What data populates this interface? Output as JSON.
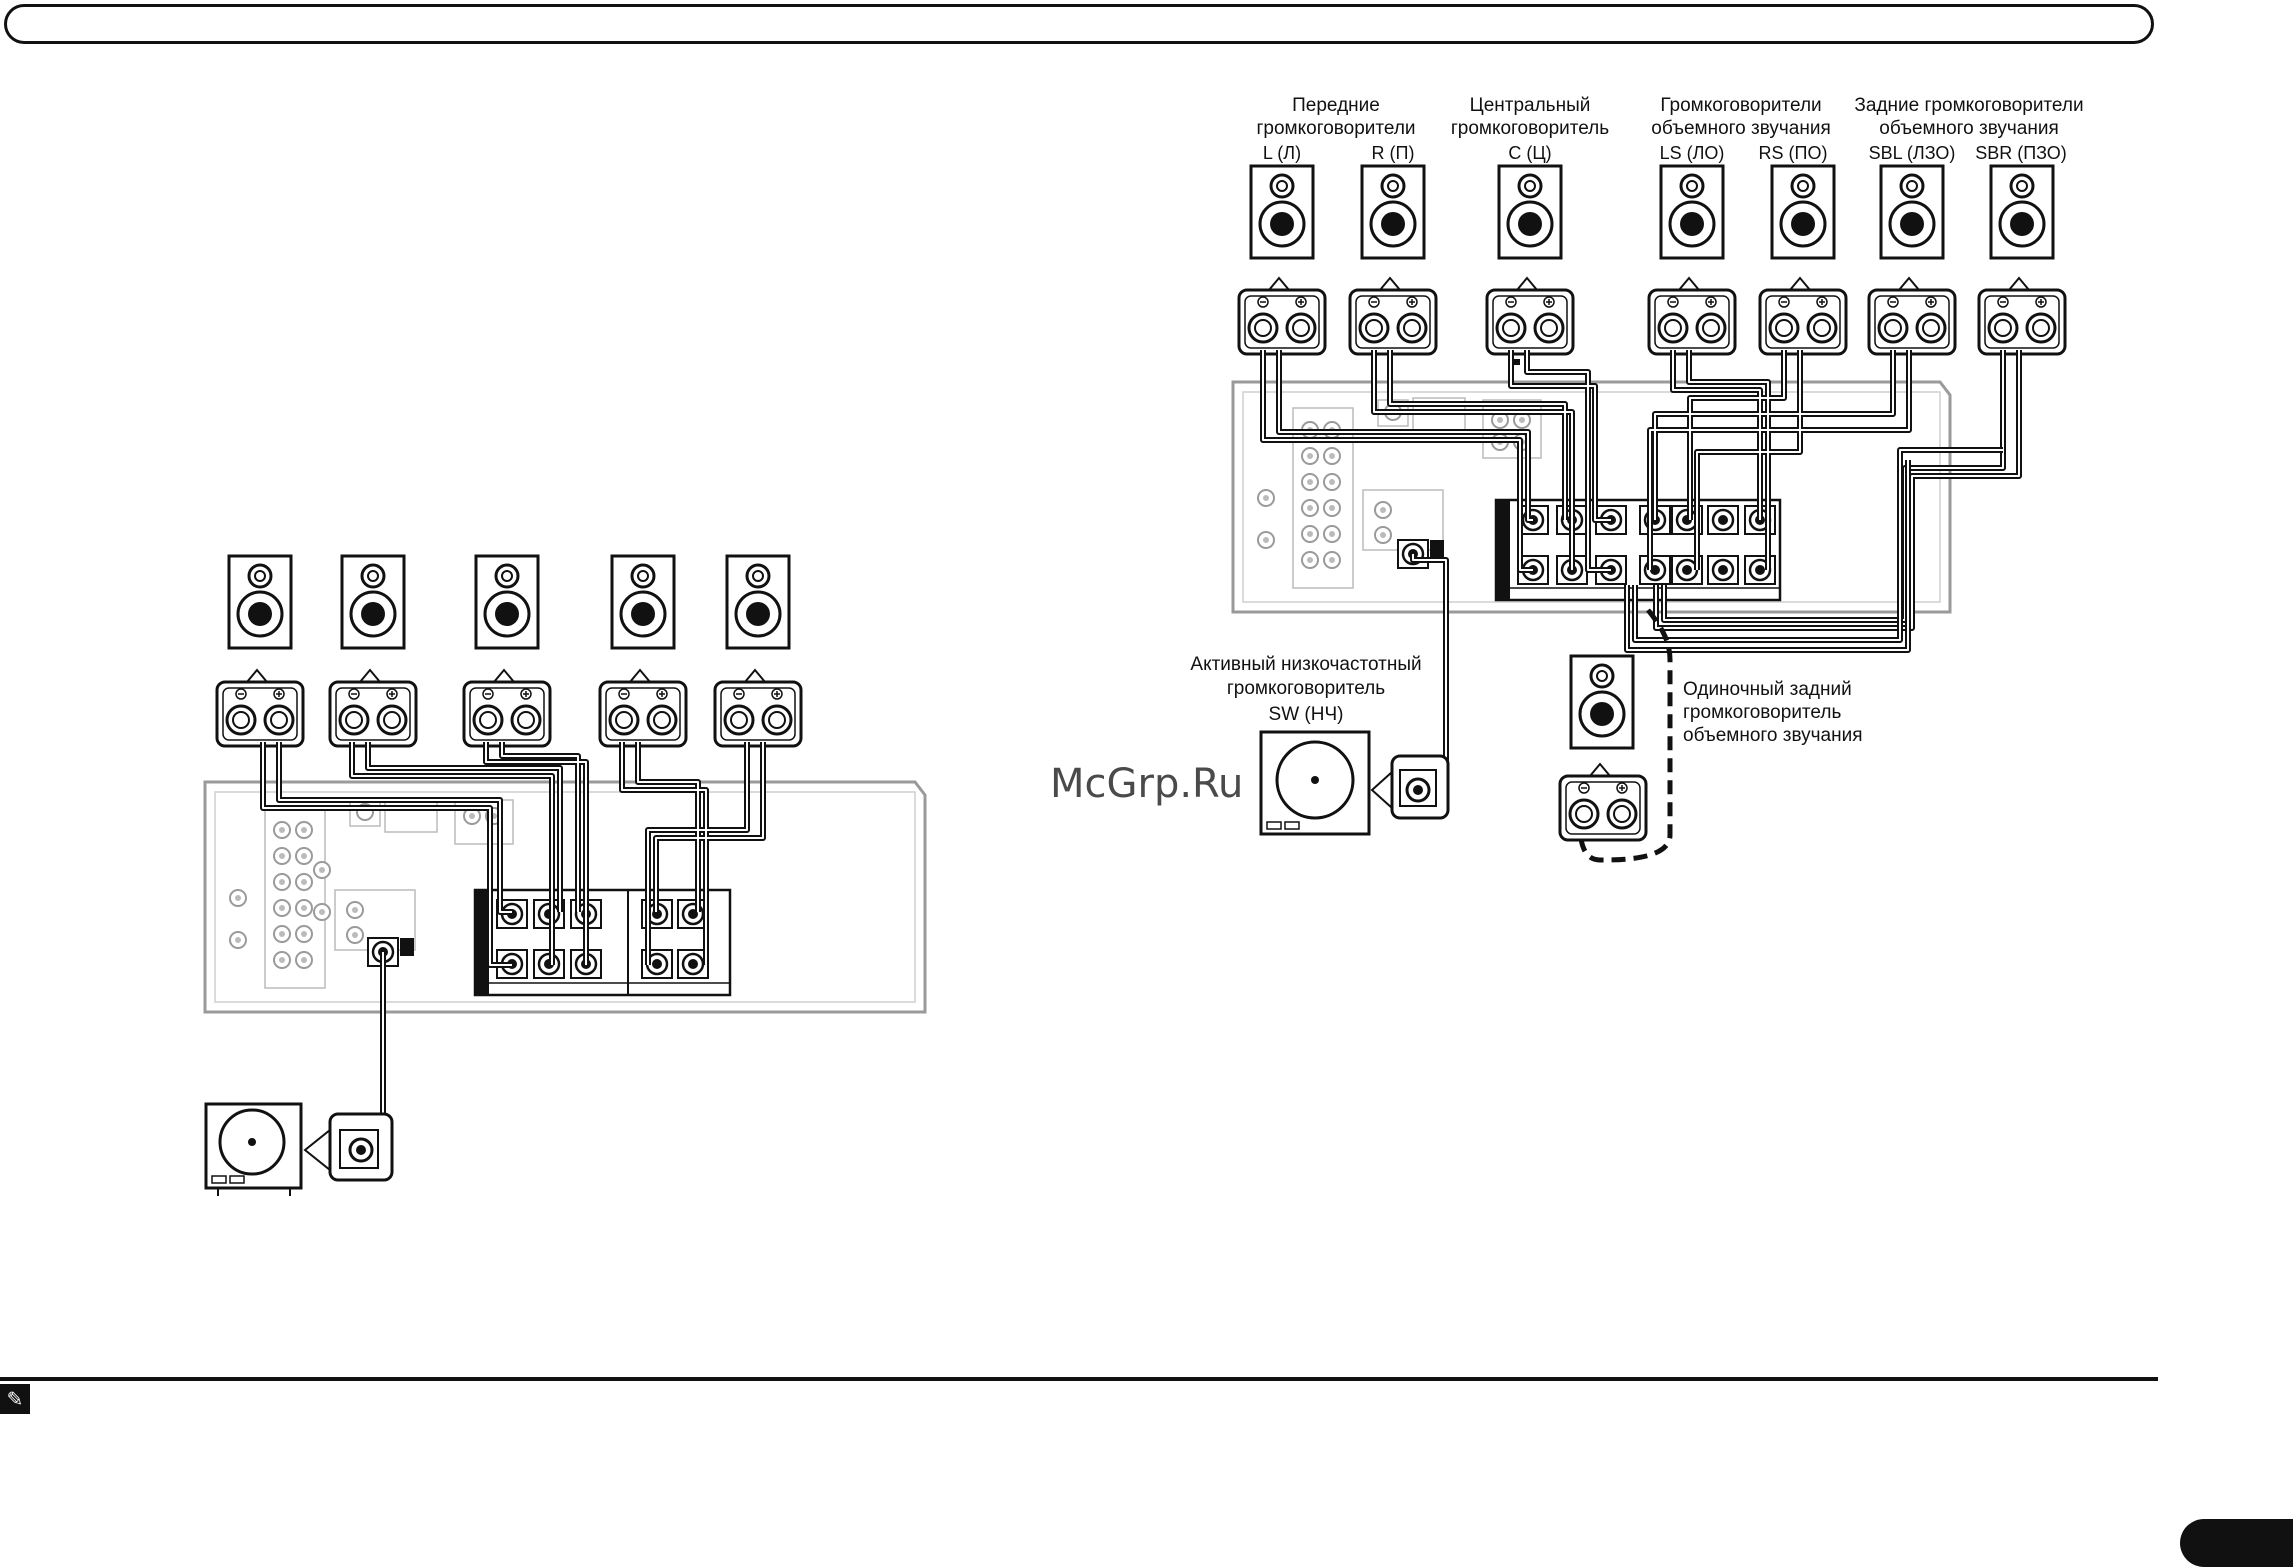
{
  "header": {},
  "diagram_right": {
    "groups": [
      {
        "id": "front",
        "title_lines": [
          "Передние",
          "громкоговорители"
        ]
      },
      {
        "id": "center",
        "title_lines": [
          "Центральный",
          "громкоговоритель"
        ]
      },
      {
        "id": "surround",
        "title_lines": [
          "Громкоговорители",
          "объемного звучания"
        ]
      },
      {
        "id": "surround_back",
        "title_lines": [
          "Задние громкоговорители",
          "объемного звучания"
        ]
      }
    ],
    "channel_labels": [
      "L (Л)",
      "R (П)",
      "C (Ц)",
      "LS (ЛО)",
      "RS (ПО)",
      "SBL (ЛЗО)",
      "SBR (ПЗО)"
    ],
    "subwoofer_label_lines": [
      "Активный низкочастотный",
      "громкоговоритель",
      "SW (НЧ)"
    ],
    "single_back_label_lines": [
      "Одиночный задний",
      "громкоговоритель",
      "объемного звучания"
    ]
  },
  "watermark": "McGrp.Ru",
  "icons": {
    "note": "pencil-note-icon"
  },
  "colors": {
    "ink": "#111111",
    "panel_gray": "#9a9a9a",
    "light_gray": "#cfcfcf"
  }
}
